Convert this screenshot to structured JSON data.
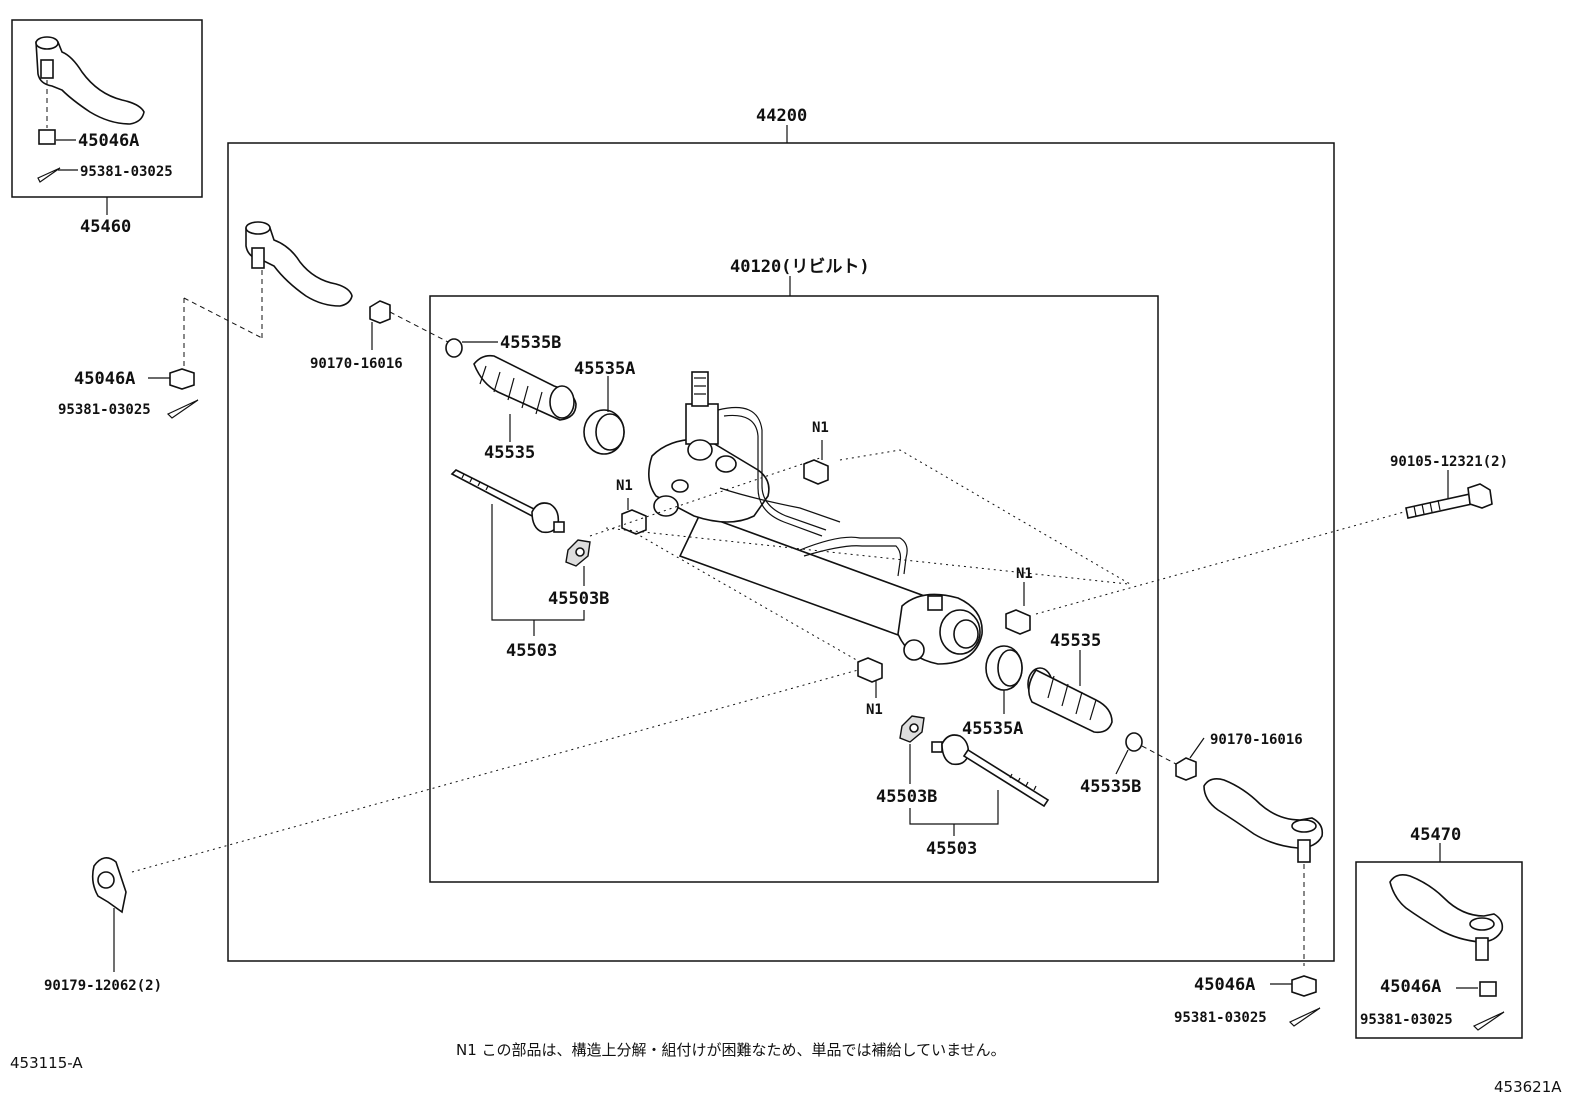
{
  "labels": {
    "assembly_outer": "44200",
    "assembly_inner": "40120(リビルト)",
    "tie_rod_end_left_kit": "45460",
    "tie_rod_end_right_kit": "45470",
    "nut_kit_left": "45046A",
    "pin_kit_left": "95381-03025",
    "nut_left": "45046A",
    "pin_left": "95381-03025",
    "nut_outer_left": "90170-16016",
    "clamp_b_left": "45535B",
    "clamp_a_left": "45535A",
    "boot_left": "45535",
    "bushing_n1_a": "N1",
    "bushing_n1_b": "N1",
    "bushing_n1_c": "N1",
    "bushing_n1_d": "N1",
    "washer_b_left": "45503B",
    "rack_end_left": "45503",
    "bolt_right": "90105-12321(2)",
    "boot_right": "45535",
    "clamp_a_right": "45535A",
    "nut_outer_right": "90170-16016",
    "clamp_b_right": "45535B",
    "washer_b_right": "45503B",
    "rack_end_right": "45503",
    "bracket_bolt": "90179-12062(2)",
    "nut_right": "45046A",
    "pin_right": "95381-03025",
    "nut_kit_right": "45046A",
    "pin_kit_right": "95381-03025"
  },
  "footer": {
    "note": "N1 この部品は、構造上分解・組付けが困難なため、単品では補給していません。",
    "code_left": "453115-A",
    "code_right": "453621A"
  }
}
